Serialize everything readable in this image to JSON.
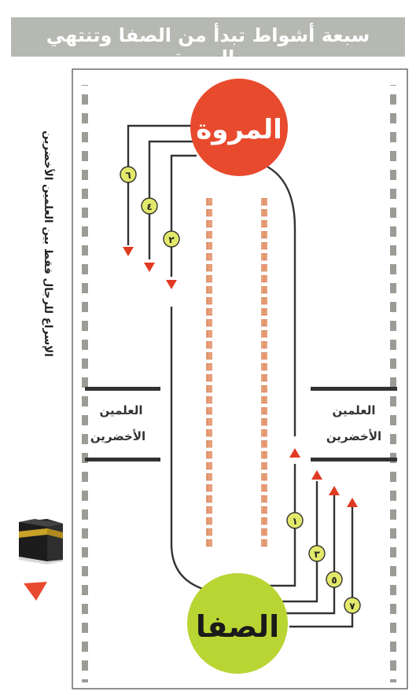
{
  "title": "سبعة أشواط تبدأ من الصفا وتنتهي بالمروة",
  "side_note": "الإسراع للرجال فقط بين العلمين الأخضرين",
  "marwa_label": "المروة",
  "safa_label": "الصفا",
  "markers_left": {
    "line1": "العلمين",
    "line2": "الأخضرين"
  },
  "markers_right": {
    "line1": "العلمين",
    "line2": "الأخضرين"
  },
  "laps_outbound": [
    "١",
    "٣",
    "٥",
    "٧"
  ],
  "laps_return": [
    "٢",
    "٤",
    "٦"
  ],
  "colors": {
    "marwa": "#e84a2e",
    "safa": "#b9d533",
    "lap_badge": "#e2e86a",
    "arrow": "#e03a22",
    "path": "#333333",
    "title_bg": "#b6b8b2",
    "track_dash": "#9c9c96",
    "column_dash": "#e8a07a"
  },
  "icons": {
    "kaaba": "kaaba-icon",
    "direction": "direction-arrow-icon"
  }
}
